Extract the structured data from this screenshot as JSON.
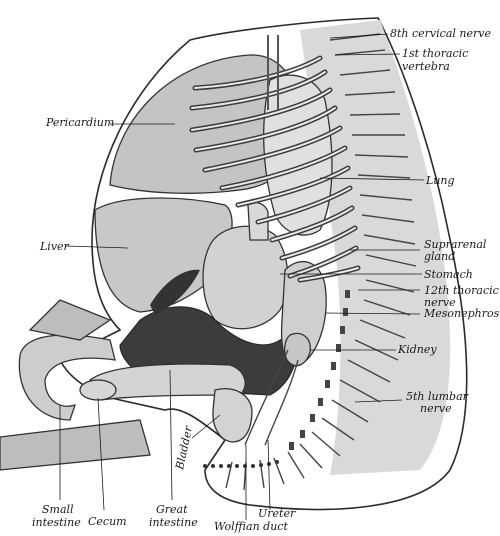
{
  "labels": {
    "cervical_nerve_8": "8th cervical nerve",
    "thoracic_vertebra_1_line1": "1st thoracic",
    "thoracic_vertebra_1_line2": "vertebra",
    "pericardium": "Pericardium",
    "lung": "Lung",
    "liver": "Liver",
    "suprarenal_line1": "Suprarenal",
    "suprarenal_line2": "gland",
    "stomach": "Stomach",
    "thoracic_nerve_12_line1": "12th thoracic",
    "thoracic_nerve_12_line2": "nerve",
    "mesonephros": "Mesonephros",
    "kidney": "Kidney",
    "lumbar_nerve_5_line1": "5th lumbar",
    "lumbar_nerve_5_line2": "nerve",
    "bladder": "Bladder",
    "small_intestine_line1": "Small",
    "small_intestine_line2": "intestine",
    "cecum": "Cecum",
    "great_intestine_line1": "Great",
    "great_intestine_line2": "intestine",
    "ureter": "Ureter",
    "wolffian_duct": "Wolffian duct"
  },
  "colors": {
    "body_fill": "#b9b9b9",
    "body_light": "#d6d6d6",
    "organ_fill": "#cfcfcf",
    "dark_fill": "#3c3c3c",
    "line": "#1a1a1a"
  }
}
